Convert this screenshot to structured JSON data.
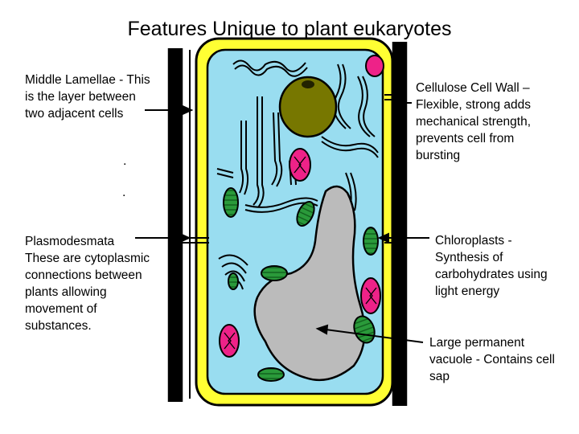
{
  "title": "Features Unique to plant eukaryotes",
  "labels": {
    "middle_lamellae": [
      "Middle Lamellae - This",
      "is the layer between",
      "two adjacent cells"
    ],
    "cell_wall": [
      "Cellulose Cell Wall –",
      "Flexible, strong adds",
      "mechanical strength,",
      "prevents cell from",
      "bursting"
    ],
    "plasmodesmata": [
      "Plasmodesmata",
      "These are cytoplasmic",
      "connections between",
      "plants allowing",
      "movement of",
      "substances."
    ],
    "chloroplasts": [
      "Chloroplasts -",
      "Synthesis of",
      "carbohydrates using",
      "light energy"
    ],
    "vacuole": [
      "Large permanent",
      "vacuole - Contains cell",
      "sap"
    ]
  },
  "dots": [
    ".",
    "."
  ],
  "colors": {
    "wall": "#ffff33",
    "cytoplasm": "#99ddf0",
    "nucleus": "#777700",
    "vacuole": "#bbbbbb",
    "chloroplast": "#228833",
    "mitochondrion": "#ee2288"
  }
}
